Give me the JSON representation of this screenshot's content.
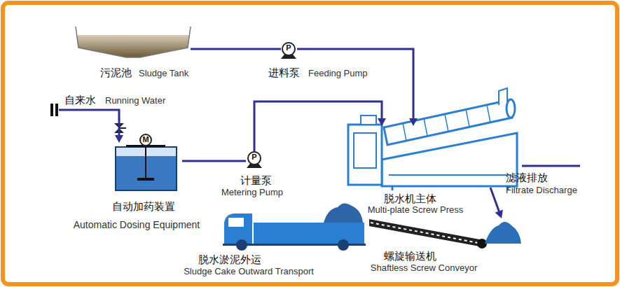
{
  "diagram": {
    "nodes": [
      {
        "text": [
          "污泥池",
          "Sludge Tank"
        ]
      },
      {
        "text": [
          "P",
          "进料泵",
          "Feeding Pump"
        ]
      },
      {
        "text": [
          "自来水",
          "Running Water"
        ]
      },
      {
        "text": [
          "M",
          "自动加药装置",
          "Automatic Dosing Equipment"
        ]
      },
      {
        "text": [
          "P",
          "计量泵",
          "Metering Pump"
        ]
      },
      {
        "text": [
          "脱水机主体",
          "Multi-plate Screw Press"
        ]
      },
      {
        "text": [
          "滤液排放",
          "Filtrate Discharge"
        ]
      },
      {
        "text": [
          "螺旋输送机",
          "Shaftless Screw Conveyor"
        ]
      },
      {
        "text": [
          "脱水淤泥外运",
          "Sludge Cake Outward Transport"
        ]
      }
    ],
    "edges": [
      {
        "from": 0,
        "to": 1,
        "arrow": "none"
      },
      {
        "from": 1,
        "to": 5,
        "arrow": "to"
      },
      {
        "from": 2,
        "to": 3,
        "arrow": "to"
      },
      {
        "from": 3,
        "to": 4,
        "arrow": "none"
      },
      {
        "from": 4,
        "to": 5,
        "arrow": "to"
      },
      {
        "from": 5,
        "to": 6,
        "arrow": "to"
      },
      {
        "from": 5,
        "to": 7,
        "arrow": "to"
      }
    ]
  }
}
